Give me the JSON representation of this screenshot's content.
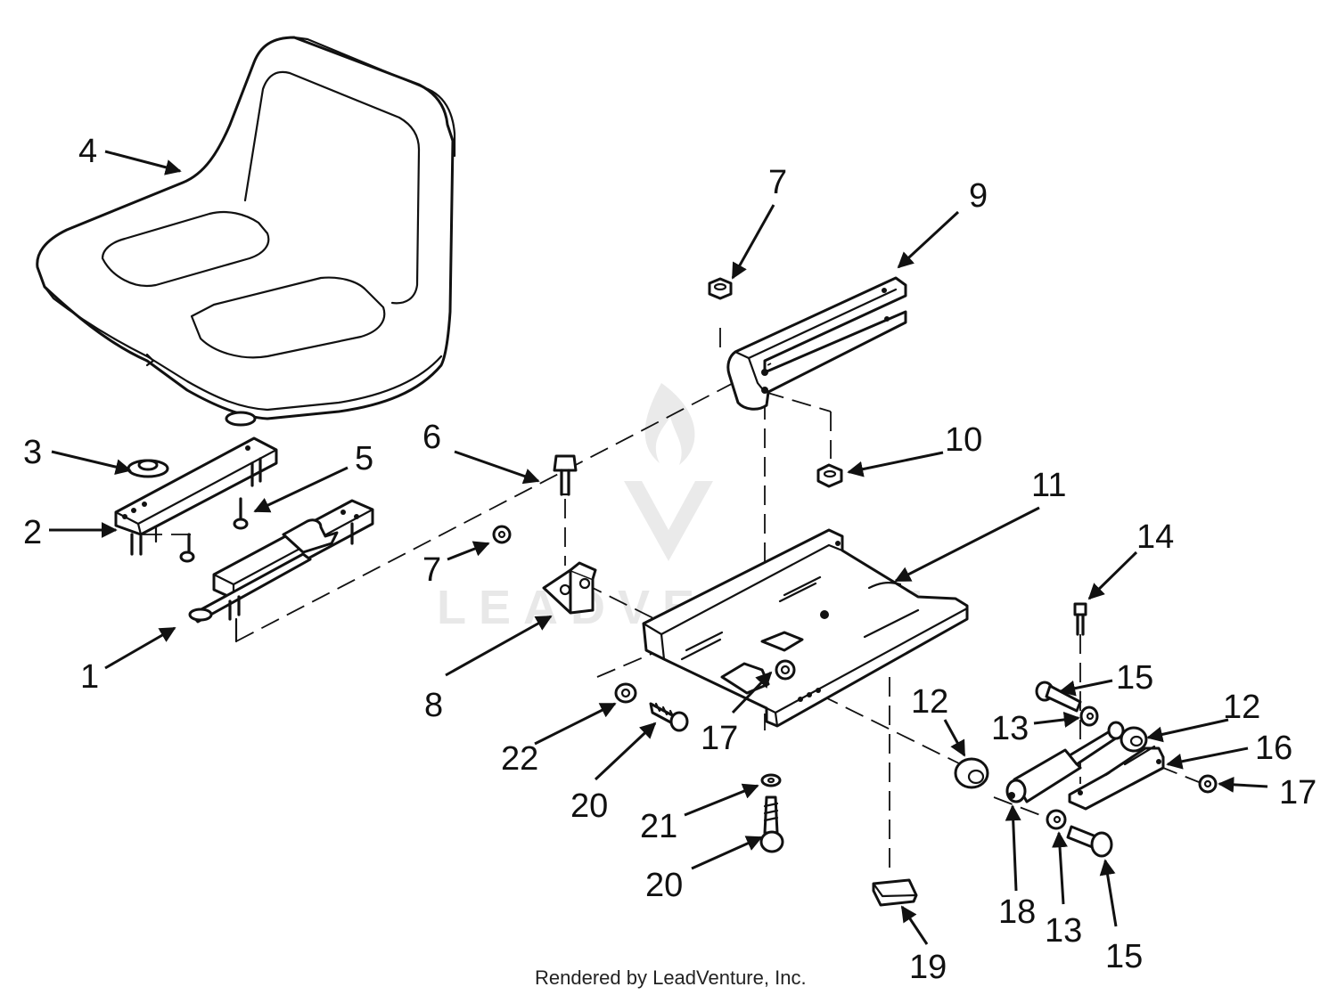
{
  "diagram": {
    "footer": "Rendered by LeadVenture, Inc.",
    "watermark": "LEADVENTURE",
    "callouts": [
      {
        "id": "c4",
        "text": "4"
      },
      {
        "id": "c3",
        "text": "3"
      },
      {
        "id": "c5",
        "text": "5"
      },
      {
        "id": "c2",
        "text": "2"
      },
      {
        "id": "c1",
        "text": "1"
      },
      {
        "id": "c6",
        "text": "6"
      },
      {
        "id": "c7a",
        "text": "7"
      },
      {
        "id": "c7b",
        "text": "7"
      },
      {
        "id": "c8",
        "text": "8"
      },
      {
        "id": "c9",
        "text": "9"
      },
      {
        "id": "c10",
        "text": "10"
      },
      {
        "id": "c11",
        "text": "11"
      },
      {
        "id": "c12a",
        "text": "12"
      },
      {
        "id": "c12b",
        "text": "12"
      },
      {
        "id": "c13a",
        "text": "13"
      },
      {
        "id": "c13b",
        "text": "13"
      },
      {
        "id": "c14",
        "text": "14"
      },
      {
        "id": "c15a",
        "text": "15"
      },
      {
        "id": "c15b",
        "text": "15"
      },
      {
        "id": "c16",
        "text": "16"
      },
      {
        "id": "c17a",
        "text": "17"
      },
      {
        "id": "c17b",
        "text": "17"
      },
      {
        "id": "c18",
        "text": "18"
      },
      {
        "id": "c19",
        "text": "19"
      },
      {
        "id": "c20a",
        "text": "20"
      },
      {
        "id": "c20b",
        "text": "20"
      },
      {
        "id": "c21",
        "text": "21"
      },
      {
        "id": "c22",
        "text": "22"
      }
    ]
  }
}
